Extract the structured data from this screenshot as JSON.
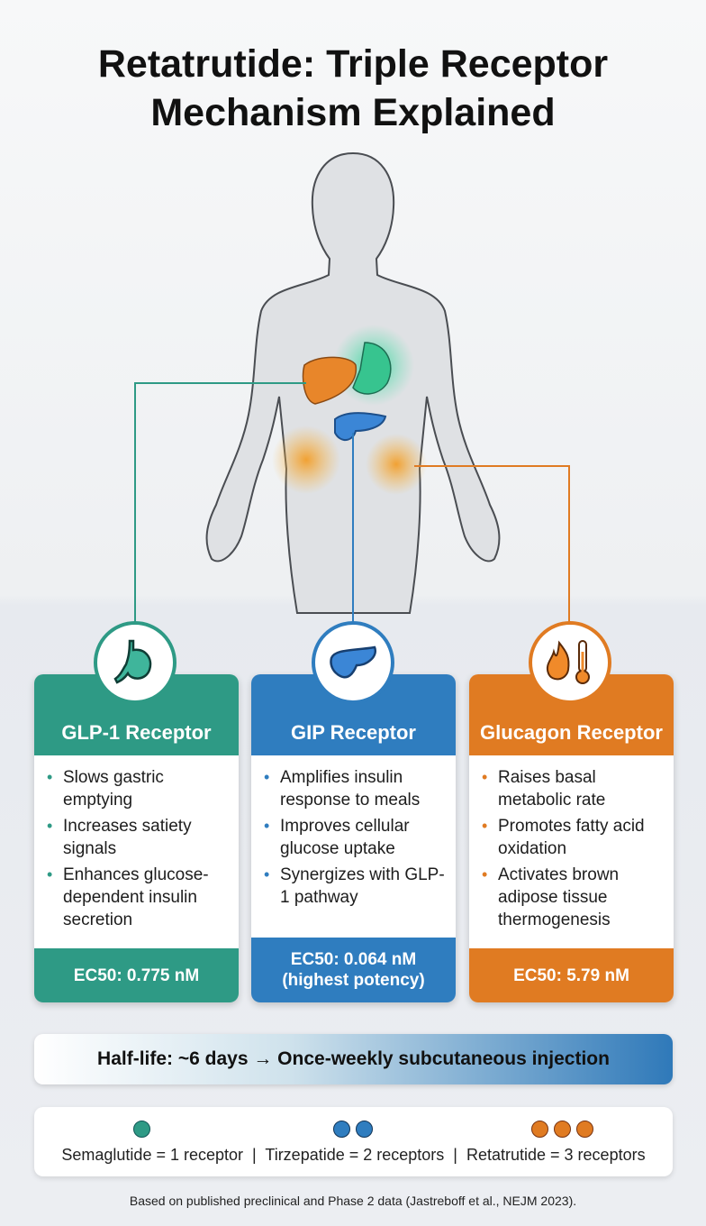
{
  "title_line1": "Retatrutide: Triple Receptor",
  "title_line2": "Mechanism Explained",
  "colors": {
    "glp1": "#2e9a85",
    "gip": "#2f7dbf",
    "glucagon": "#e07b22"
  },
  "cards": [
    {
      "title": "GLP-1 Receptor",
      "icon": "stomach-icon",
      "bullets": [
        "Slows gastric emptying",
        "Increases satiety signals",
        "Enhances glucose-dependent insulin secretion"
      ],
      "ec50": "EC50: 0.775 nM",
      "ec50_note": ""
    },
    {
      "title": "GIP Receptor",
      "icon": "pancreas-icon",
      "bullets": [
        "Amplifies insulin response to meals",
        "Improves cellular glucose uptake",
        "Synergizes with GLP-1 pathway"
      ],
      "ec50": "EC50: 0.064 nM",
      "ec50_note": "(highest potency)"
    },
    {
      "title": "Glucagon Receptor",
      "icon": "flame-thermometer-icon",
      "bullets": [
        "Raises basal metabolic rate",
        "Promotes fatty acid oxidation",
        "Activates brown adipose tissue thermogenesis"
      ],
      "ec50": "EC50: 5.79 nM",
      "ec50_note": ""
    }
  ],
  "half_life": "Half-life: ~6 days → Once-weekly subcutaneous injection",
  "legend": {
    "text": "Semaglutide = 1 receptor  |  Tirzepatide = 2 receptors  |  Retatrutide = 3 receptors"
  },
  "footnote": "Based on published preclinical and Phase 2 data (Jastreboff et al., NEJM 2023)."
}
